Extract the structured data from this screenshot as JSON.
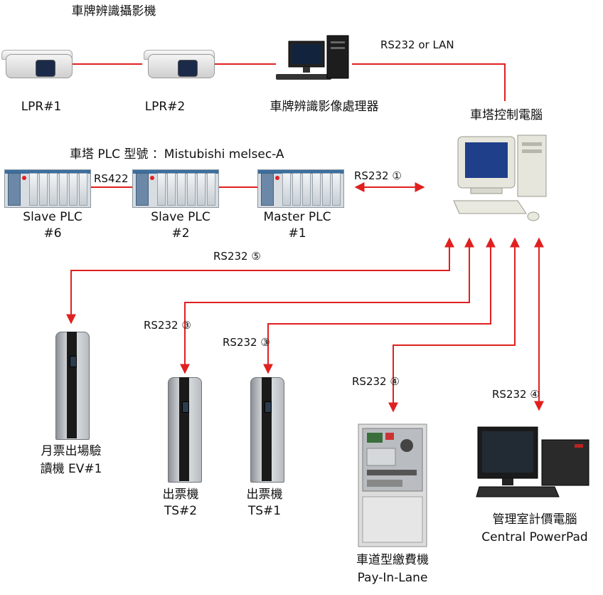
{
  "title_cameras": "車牌辨識攝影機",
  "nodes": {
    "lpr1": "LPR#1",
    "lpr2": "LPR#2",
    "processor": "車牌辨識影像處理器",
    "tower_pc": "車塔控制電腦",
    "plc_model": "車塔 PLC 型號 ：Mistubishi melsec-A",
    "slave6_line1": "Slave PLC",
    "slave6_line2": "#6",
    "slave2_line1": "Slave PLC",
    "slave2_line2": "#2",
    "master_line1": "Master PLC",
    "master_line2": "#1",
    "ev_line1": "月票出場驗",
    "ev_line2": "讀機 EV#1",
    "ts2_line1": "出票機",
    "ts2_line2": "TS#2",
    "ts1_line1": "出票機",
    "ts1_line2": "TS#1",
    "pil_line1": "車道型繳費機",
    "pil_line2": "Pay-In-Lane",
    "mgr_line1": "管理室計價電腦",
    "mgr_line2": "Central PowerPad"
  },
  "links": {
    "rs232_lan": "RS232 or LAN",
    "rs422": "RS422",
    "rs232_1": "RS232 ①",
    "rs232_5": "RS232 ⑤",
    "rs232_3a": "RS232   ③",
    "rs232_3b": "RS232   ③",
    "rs232_4a": "RS232    ④",
    "rs232_4b": "RS232    ④"
  },
  "colors": {
    "link": "#e02020",
    "text": "#111111"
  }
}
